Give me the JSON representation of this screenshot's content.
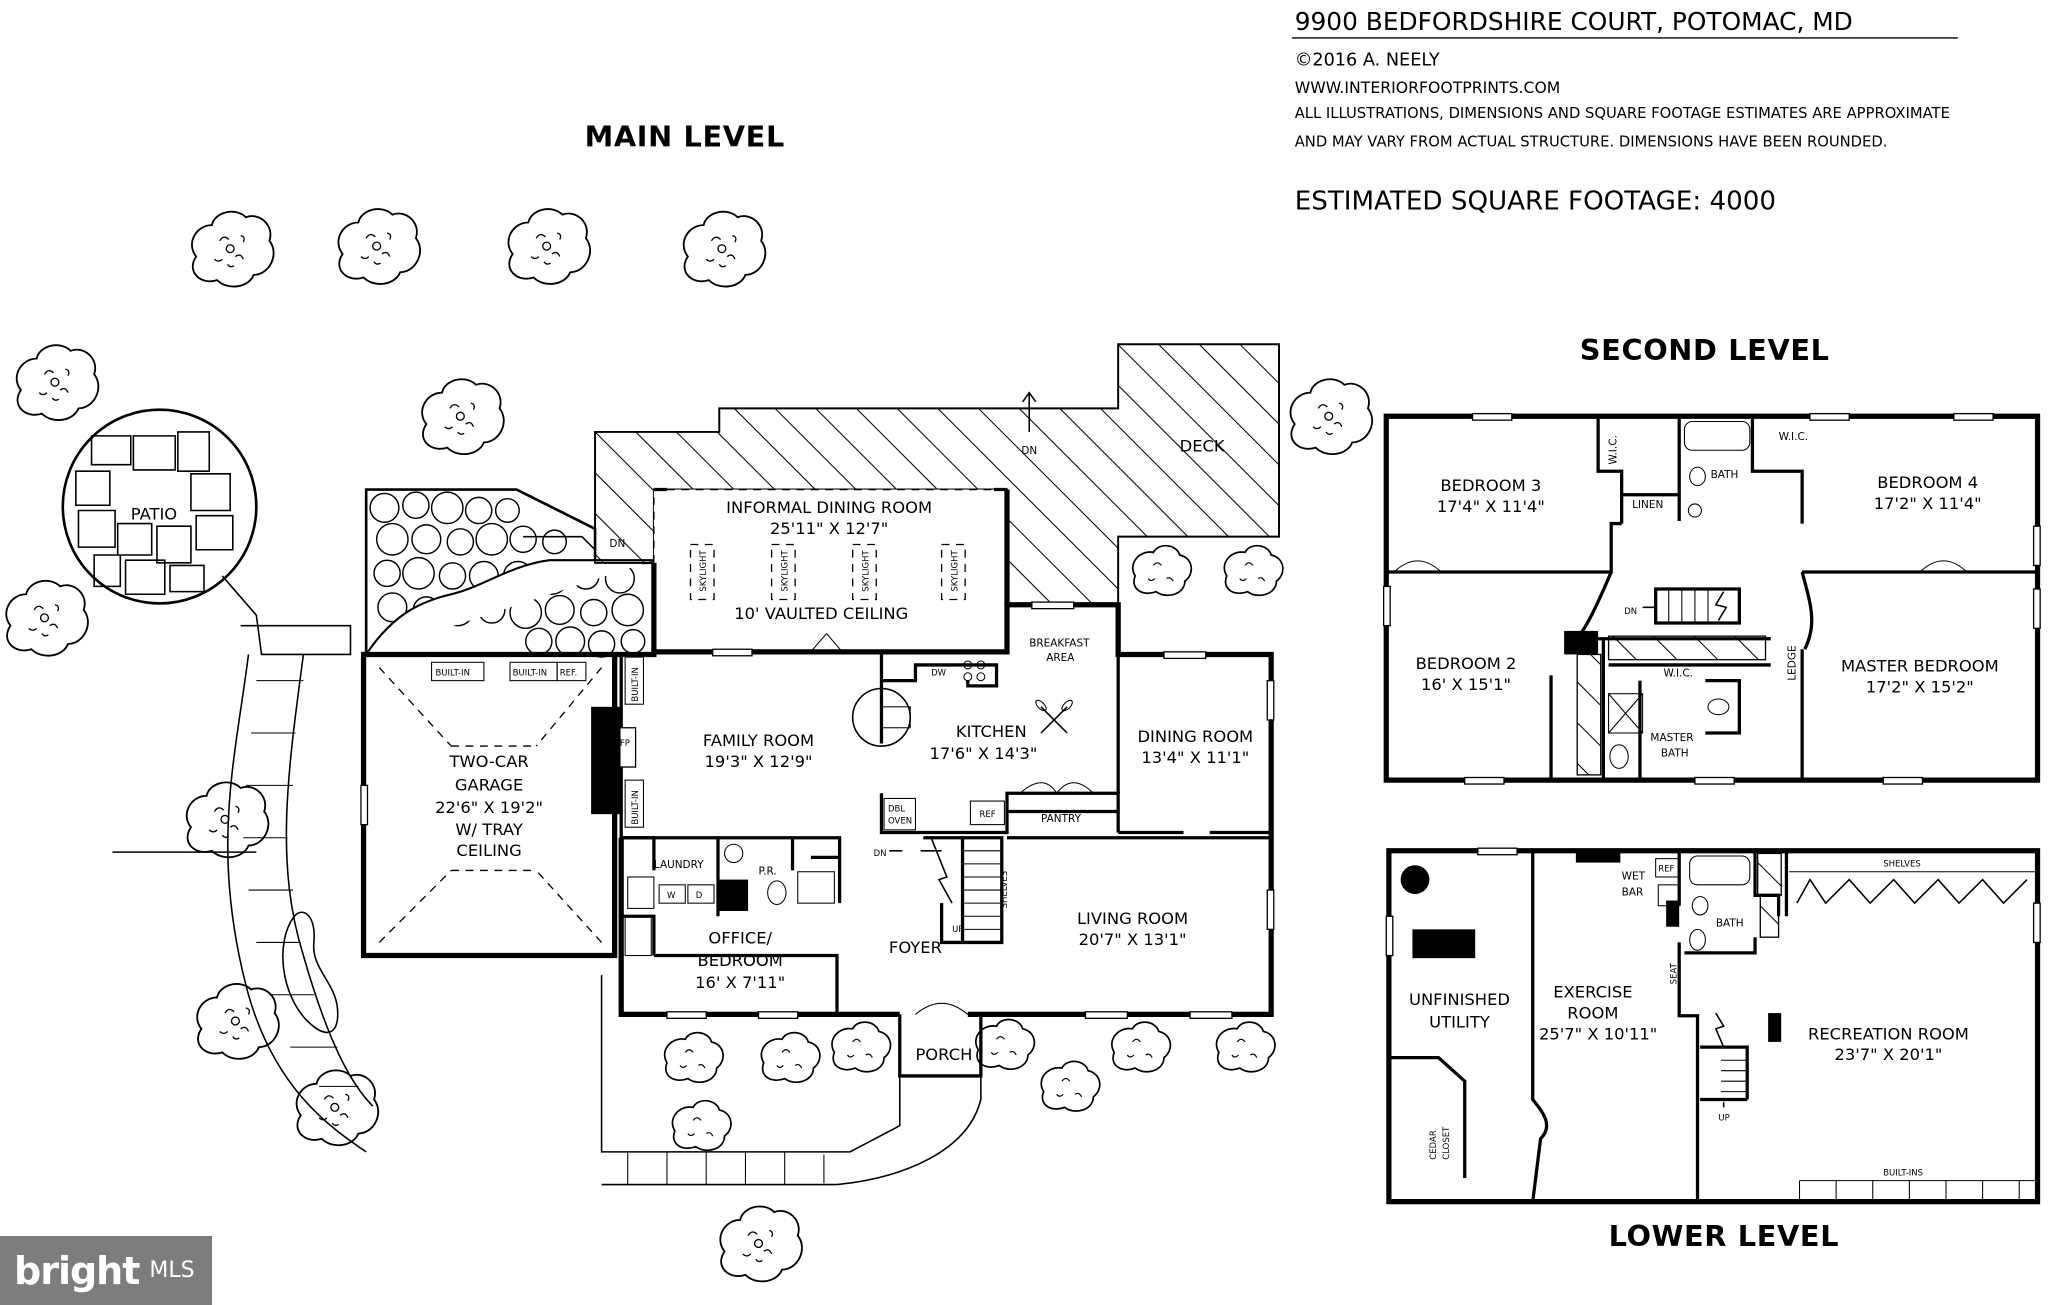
{
  "header": {
    "address": "9900 BEDFORDSHIRE COURT, POTOMAC, MD",
    "copyright": "©2016 A. NEELY",
    "website": "WWW.INTERIORFOOTPRINTS.COM",
    "disclaimer_1": "ALL ILLUSTRATIONS, DIMENSIONS AND SQUARE FOOTAGE ESTIMATES ARE APPROXIMATE",
    "disclaimer_2": "AND MAY VARY FROM ACTUAL STRUCTURE. DIMENSIONS HAVE BEEN ROUNDED.",
    "sqft": "ESTIMATED SQUARE FOOTAGE: 4000"
  },
  "levels": {
    "main": "MAIN LEVEL",
    "second": "SECOND LEVEL",
    "lower": "LOWER LEVEL"
  },
  "main": {
    "patio": "PATIO",
    "deck": "DECK",
    "dn": "DN",
    "dn2": "DN",
    "dn3": "DN",
    "up": "UP",
    "informal_dining": "INFORMAL DINING ROOM",
    "informal_dining_dim": "25'11\" X 12'7\"",
    "vaulted": "10' VAULTED CEILING",
    "skylight": "SKYLIGHT",
    "breakfast_1": "BREAKFAST",
    "breakfast_2": "AREA",
    "garage_1": "TWO-CAR",
    "garage_2": "GARAGE",
    "garage_3": "22'6\" X 19'2\"",
    "garage_4": "W/ TRAY",
    "garage_5": "CEILING",
    "built_in": "BUILT-IN",
    "ref": "REF.",
    "fp": "FP",
    "family_room": "FAMILY ROOM",
    "family_room_dim": "19'3\" X 12'9\"",
    "kitchen": "KITCHEN",
    "kitchen_dim": "17'6\" X 14'3\"",
    "dw": "DW",
    "dining_room": "DINING ROOM",
    "dining_room_dim": "13'4\" X 11'1\"",
    "dbl_oven_1": "DBL",
    "dbl_oven_2": "OVEN",
    "kref": "REF",
    "pantry": "PANTRY",
    "laundry": "LAUNDRY",
    "w": "W",
    "d": "D",
    "pr": "P.R.",
    "shelves": "SHELVES",
    "office_1": "OFFICE/",
    "office_2": "BEDROOM",
    "office_dim": "16' X 7'11\"",
    "foyer": "FOYER",
    "living_room": "LIVING ROOM",
    "living_room_dim": "20'7\" X 13'1\"",
    "porch": "PORCH"
  },
  "second": {
    "bedroom3": "BEDROOM 3",
    "bedroom3_dim": "17'4\" X 11'4\"",
    "wic": "W.I.C.",
    "wic2": "W.I.C.",
    "wic3": "W.I.C.",
    "bath": "BATH",
    "linen": "LINEN",
    "bedroom4": "BEDROOM 4",
    "bedroom4_dim": "17'2\" X 11'4\"",
    "dn": "DN",
    "bedroom2": "BEDROOM 2",
    "bedroom2_dim": "16' X 15'1\"",
    "ledge": "LEDGE",
    "master_bedroom": "MASTER BEDROOM",
    "master_bedroom_dim": "17'2\" X 15'2\"",
    "master_bath_1": "MASTER",
    "master_bath_2": "BATH"
  },
  "lower": {
    "shelves": "SHELVES",
    "wet_bar_1": "WET",
    "wet_bar_2": "BAR",
    "ref": "REF",
    "bath": "BATH",
    "seat": "SEAT",
    "unfinished_1": "UNFINISHED",
    "unfinished_2": "UTILITY",
    "exercise_1": "EXERCISE",
    "exercise_2": "ROOM",
    "exercise_dim": "25'7\" X 10'11\"",
    "recreation": "RECREATION ROOM",
    "recreation_dim": "23'7\" X 20'1\"",
    "up": "UP",
    "cedar_1": "CEDAR",
    "cedar_2": "CLOSET",
    "built_ins": "BUILT-INS"
  },
  "logo": {
    "brand": "bright",
    "mls": "MLS"
  }
}
